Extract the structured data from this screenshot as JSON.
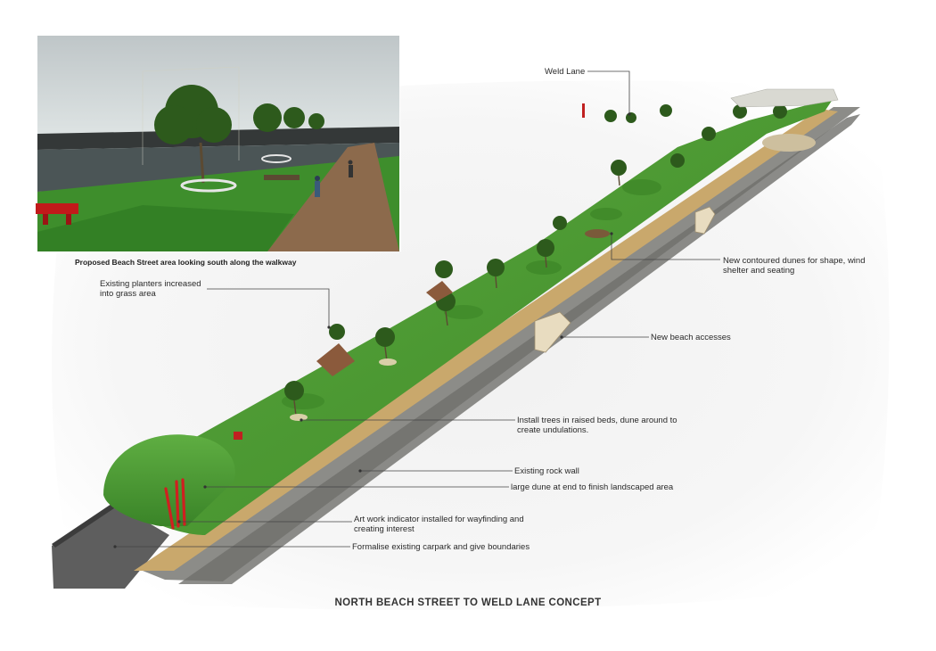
{
  "inset_caption": "Proposed Beach Street area looking south along the walkway",
  "title": "NORTH BEACH STREET TO WELD LANE CONCEPT",
  "callouts": {
    "weld_lane": "Weld Lane",
    "planters": [
      "Existing planters increased",
      "into grass area"
    ],
    "dunes": [
      "New contoured dunes for shape, wind",
      "shelter and seating"
    ],
    "beach_access": "New beach accesses",
    "trees": [
      "Install trees in raised beds, dune around to",
      "create undulations."
    ],
    "rock_wall": "Existing rock wall",
    "large_dune": "large dune at end to finish landscaped area",
    "art_work": [
      "Art work indicator installed for wayfinding and",
      "creating interest"
    ],
    "carpark": "Formalise existing carpark and give boundaries"
  },
  "colors": {
    "grass": "#4f9a34",
    "grass_dark": "#2f7a22",
    "path": "#c9a86c",
    "rock_wall": "#8c8c88",
    "carpark": "#5e5e5e",
    "art_red": "#cf2020",
    "callout_line": "#444444"
  }
}
